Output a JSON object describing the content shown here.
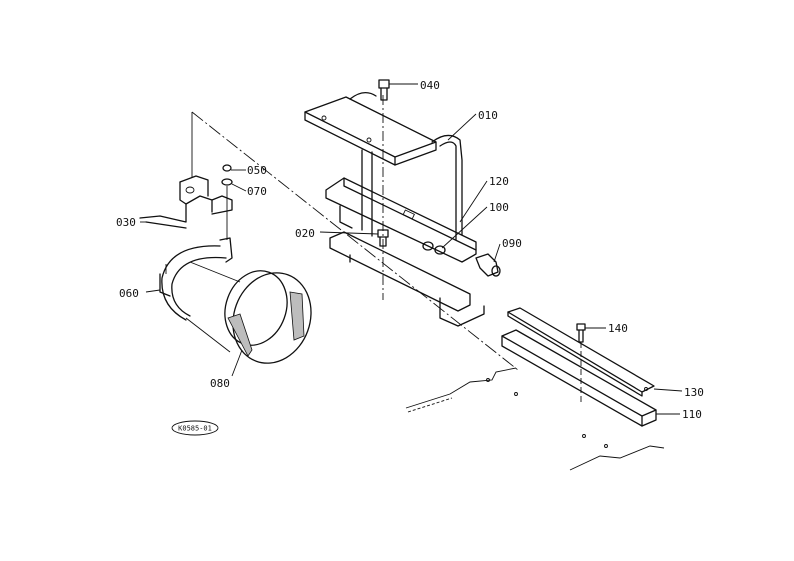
{
  "diagram": {
    "code": "K0585-01",
    "parts": [
      "010",
      "020",
      "030",
      "040",
      "050",
      "060",
      "070",
      "080",
      "090",
      "100",
      "110",
      "120",
      "130",
      "140"
    ]
  }
}
